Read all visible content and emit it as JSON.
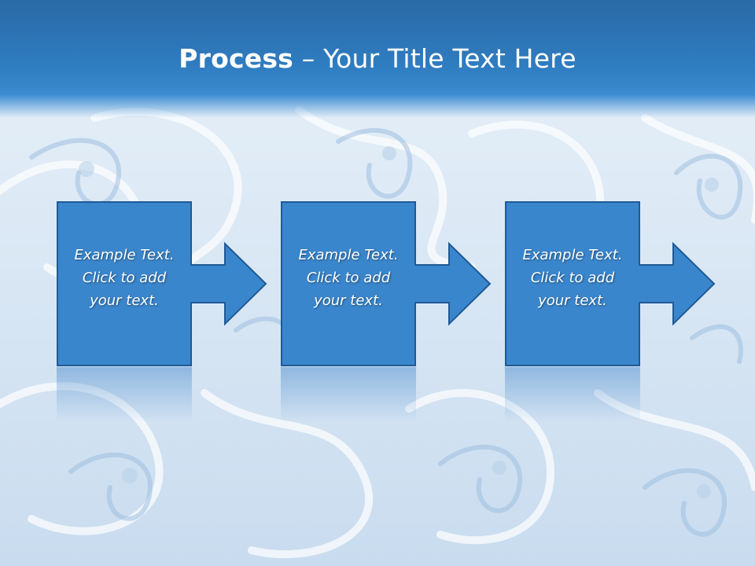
{
  "slide": {
    "title_bold": "Process",
    "title_rest": " – Your Title Text Here"
  },
  "steps": [
    {
      "line1": "Example Text.",
      "line2": "Click  to add",
      "line3": "your text."
    },
    {
      "line1": "Example Text.",
      "line2": "Click  to add",
      "line3": "your text."
    },
    {
      "line1": "Example Text.",
      "line2": "Click  to add",
      "line3": "your text."
    }
  ],
  "colors": {
    "header": "#2f7cc0",
    "box_fill": "#3a86cc",
    "box_border": "#1f5a96",
    "text": "#ffffff"
  }
}
